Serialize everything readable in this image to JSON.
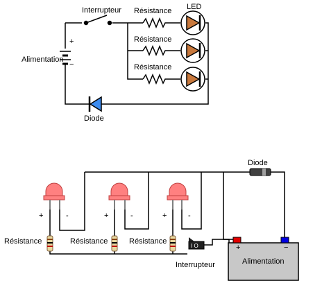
{
  "schematic": {
    "switch_label": "Interrupteur",
    "resistor_labels": [
      "Résistance",
      "Résistance",
      "Résistance"
    ],
    "led_label": "LED",
    "supply_label": "Alimentation",
    "plus": "+",
    "minus": "−",
    "diode_label": "Diode"
  },
  "wiring": {
    "diode_label": "Diode",
    "resistor_labels": [
      "Résistance",
      "Résistance",
      "Résistance"
    ],
    "led_plus": [
      "+",
      "+",
      "+"
    ],
    "led_minus": [
      "-",
      "-",
      "-"
    ],
    "switch_label": "Interrupteur",
    "switch_marking": "I O",
    "supply_label": "Alimentation",
    "supply_plus": "+",
    "supply_minus": "−"
  },
  "colors": {
    "wire": "#000000",
    "led_fill": "#c8783c",
    "diode_fill": "#3c8cf0",
    "led_body": "#ff8080",
    "supply_body": "#c8c8c8",
    "terminal_plus": "#e00000",
    "terminal_minus": "#0000e0"
  }
}
